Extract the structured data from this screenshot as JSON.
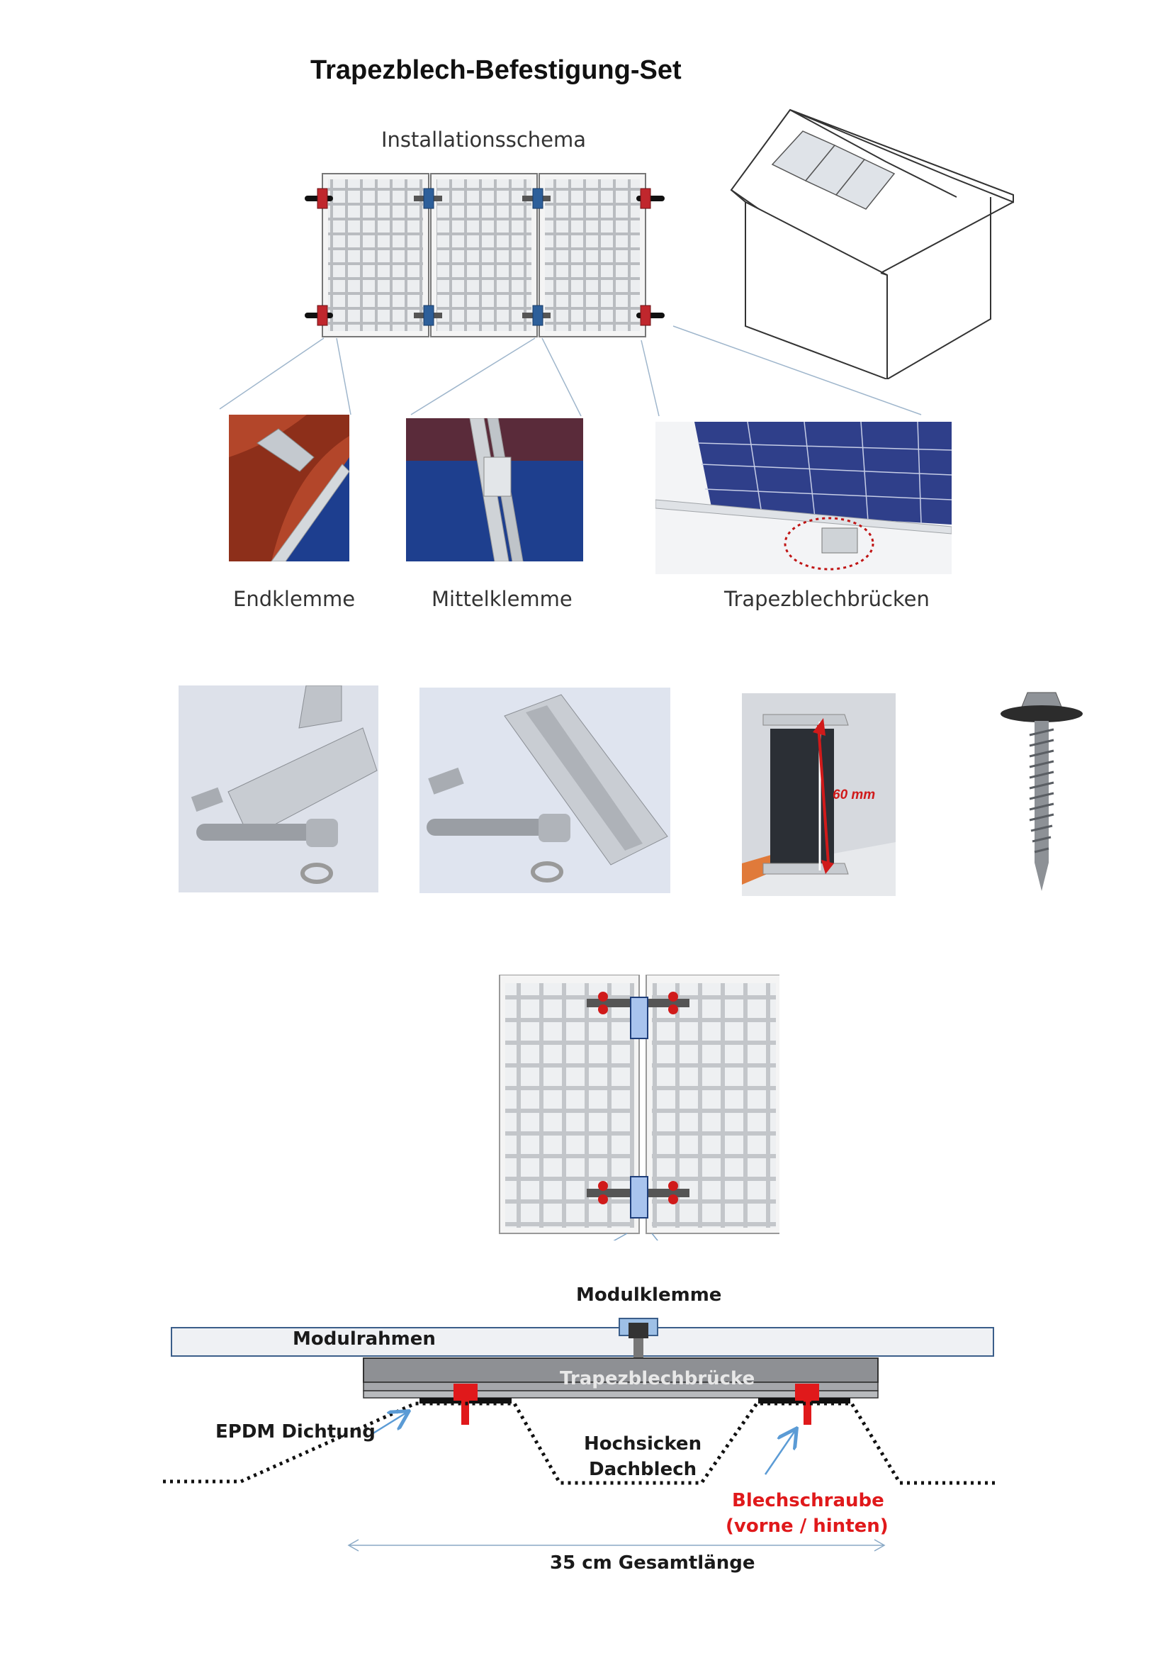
{
  "title": "Trapezblech-Befestigung-Set",
  "schema": {
    "heading": "Installationsschema",
    "details": [
      {
        "label": "Endklemme"
      },
      {
        "label": "Mittelklemme"
      },
      {
        "label": "Trapezblechbrücken"
      }
    ]
  },
  "products": {
    "bridge_height": "60 mm"
  },
  "cross_section": {
    "module_clamp": "Modulklemme",
    "module_frame": "Modulrahmen",
    "bridge": "Trapezblechbrücke",
    "gasket": "EPDM Dichtung",
    "roof_line1": "Hochsicken",
    "roof_line2": "Dachblech",
    "screw_line1": "Blechschraube",
    "screw_line2": "(vorne / hinten)",
    "length": "35 cm Gesamtlänge"
  },
  "colors": {
    "end_clamp": "#c0272d",
    "mid_clamp": "#2d5f9a",
    "screw": "#e0191b",
    "arrow": "#5b9bd5"
  }
}
